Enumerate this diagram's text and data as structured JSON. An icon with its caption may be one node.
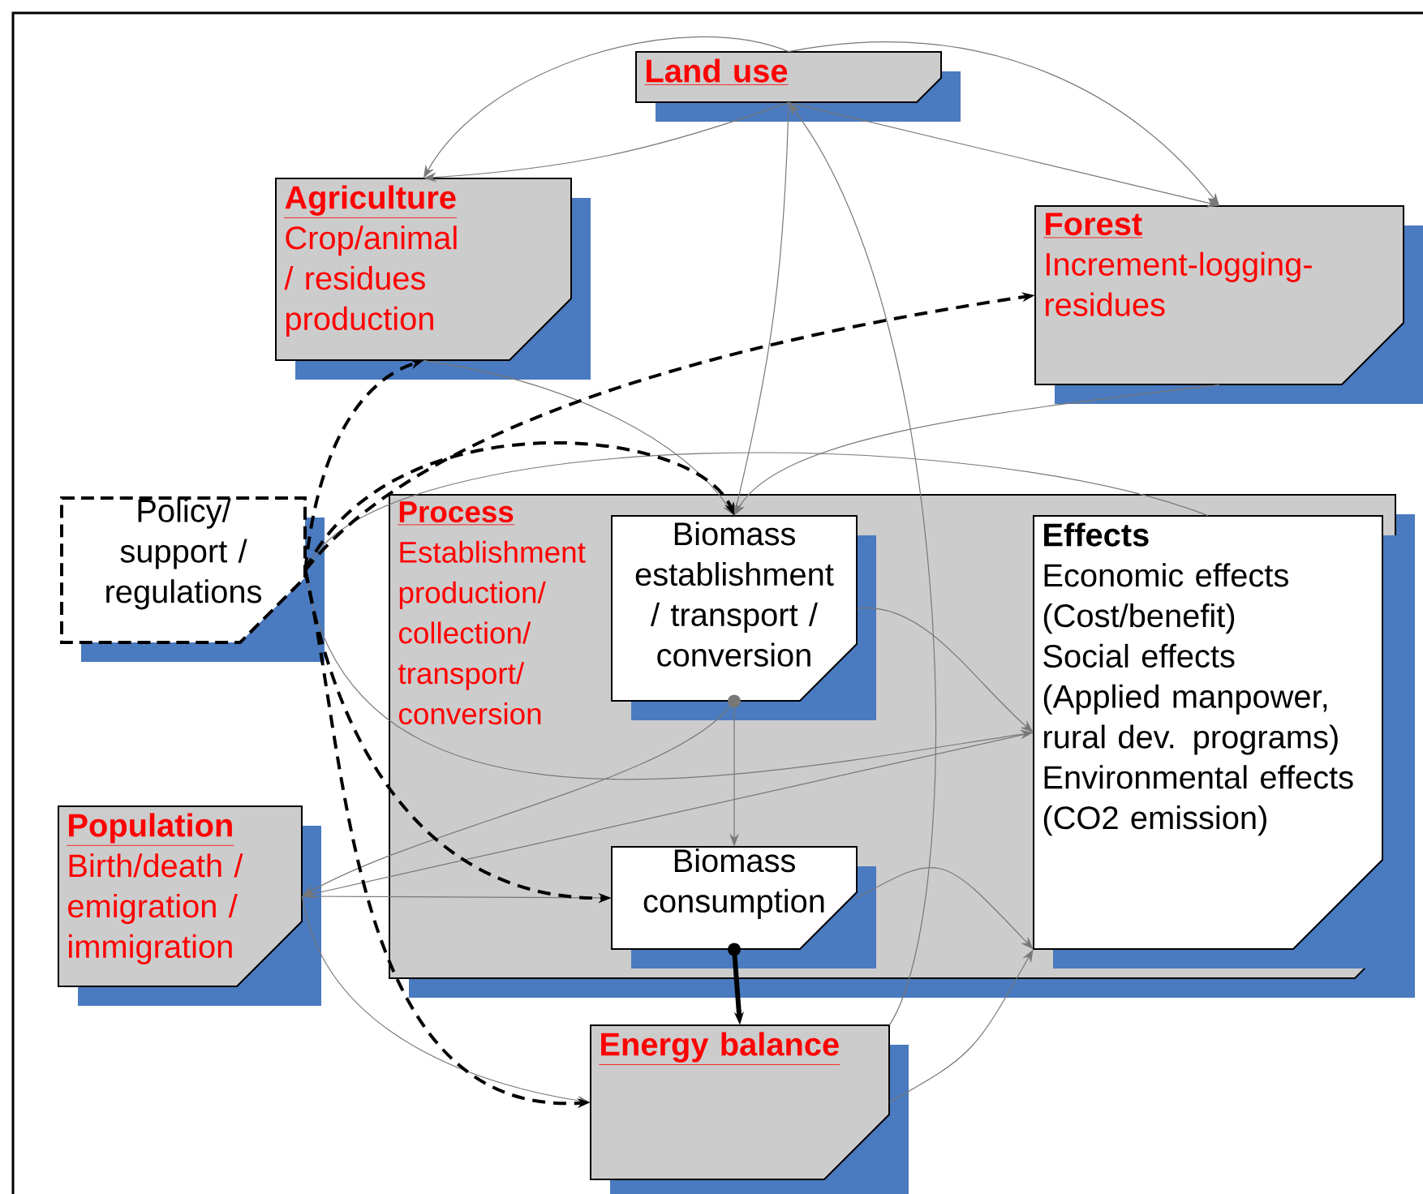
{
  "diagram": {
    "nodes": [
      {
        "text": [
          "Land use"
        ]
      },
      {
        "text": [
          "Agriculture",
          "Crop/animal / residues production"
        ]
      },
      {
        "text": [
          "Forest",
          "Increment-logging-residues"
        ]
      },
      {
        "text": [
          "Policy/ support / regulations"
        ]
      },
      {
        "text": [
          "Process",
          "Establishment production/ collection/ transport/ conversion"
        ]
      },
      {
        "text": [
          "Biomass establishment / transport / conversion"
        ],
        "in": 4
      },
      {
        "text": [
          "Effects",
          "Economic effects",
          "(Cost/benefit)",
          "Social effects",
          "(Applied manpower, rural dev. programs)",
          "Environmental effects",
          "(CO2 emission)"
        ],
        "in": 4
      },
      {
        "text": [
          "Population",
          "Birth/death / emigration / immigration"
        ]
      },
      {
        "text": [
          "Biomass consumption"
        ],
        "in": 4
      },
      {
        "text": [
          "Energy balance"
        ]
      }
    ],
    "edges": [
      {
        "from": 0,
        "to": 1,
        "arrow": "to"
      },
      {
        "from": 0,
        "to": 1,
        "arrow": "to"
      },
      {
        "from": 0,
        "to": 2,
        "arrow": "to"
      },
      {
        "from": 0,
        "to": 2,
        "arrow": "to"
      },
      {
        "from": 0,
        "to": 5,
        "arrow": "to"
      },
      {
        "from": 9,
        "to": 0,
        "arrow": "to"
      },
      {
        "from": 1,
        "to": 5,
        "arrow": "to"
      },
      {
        "from": 2,
        "to": 5,
        "arrow": "to"
      },
      {
        "from": 6,
        "to": 3,
        "arrow": "to"
      },
      {
        "from": 3,
        "to": 6,
        "arrow": "to"
      },
      {
        "from": 6,
        "to": 7,
        "arrow": "to"
      },
      {
        "from": 5,
        "to": 7,
        "arrow": "to"
      },
      {
        "from": 7,
        "to": 8,
        "arrow": "to"
      },
      {
        "from": 7,
        "to": 9,
        "arrow": "to"
      },
      {
        "from": 5,
        "to": 6,
        "arrow": "to"
      },
      {
        "from": 5,
        "to": 8,
        "arrow": "to"
      },
      {
        "from": 8,
        "to": 6,
        "arrow": "to"
      },
      {
        "from": 8,
        "to": 9,
        "arrow": "to",
        "style": "thick",
        "color": "#000000"
      },
      {
        "from": 9,
        "to": 6,
        "arrow": "to"
      },
      {
        "from": 3,
        "to": 1,
        "arrow": "to",
        "style": "dashed",
        "color": "#000000"
      },
      {
        "from": 3,
        "to": 2,
        "arrow": "to",
        "style": "dashed",
        "color": "#000000"
      },
      {
        "from": 3,
        "to": 5,
        "arrow": "to",
        "style": "dashed",
        "color": "#000000"
      },
      {
        "from": 3,
        "to": 8,
        "arrow": "to",
        "style": "dashed",
        "color": "#000000"
      },
      {
        "from": 3,
        "to": 9,
        "arrow": "to",
        "style": "dashed",
        "color": "#000000"
      }
    ]
  }
}
